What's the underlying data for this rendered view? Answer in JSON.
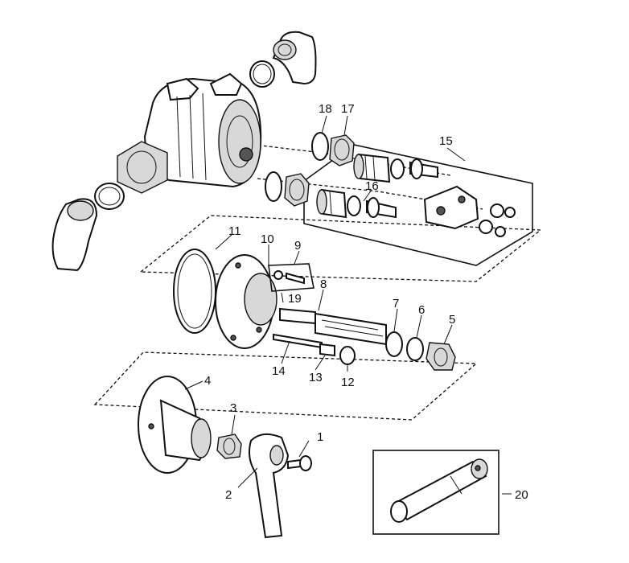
{
  "callouts": [
    {
      "id": "c1",
      "text": "1"
    },
    {
      "id": "c2",
      "text": "2"
    },
    {
      "id": "c3",
      "text": "3"
    },
    {
      "id": "c4",
      "text": "4"
    },
    {
      "id": "c5",
      "text": "5"
    },
    {
      "id": "c6",
      "text": "6"
    },
    {
      "id": "c7",
      "text": "7"
    },
    {
      "id": "c8",
      "text": "8"
    },
    {
      "id": "c9",
      "text": "9"
    },
    {
      "id": "c10",
      "text": "10"
    },
    {
      "id": "c11",
      "text": "11"
    },
    {
      "id": "c12",
      "text": "12"
    },
    {
      "id": "c13",
      "text": "13"
    },
    {
      "id": "c14",
      "text": "14"
    },
    {
      "id": "c15",
      "text": "15"
    },
    {
      "id": "c16",
      "text": "16"
    },
    {
      "id": "c17",
      "text": "17"
    },
    {
      "id": "c18",
      "text": "18"
    },
    {
      "id": "c19",
      "text": "19"
    },
    {
      "id": "c20",
      "text": "20"
    }
  ],
  "colors": {
    "line": "#111111",
    "background": "#ffffff",
    "shade": "#d8d8d8"
  }
}
